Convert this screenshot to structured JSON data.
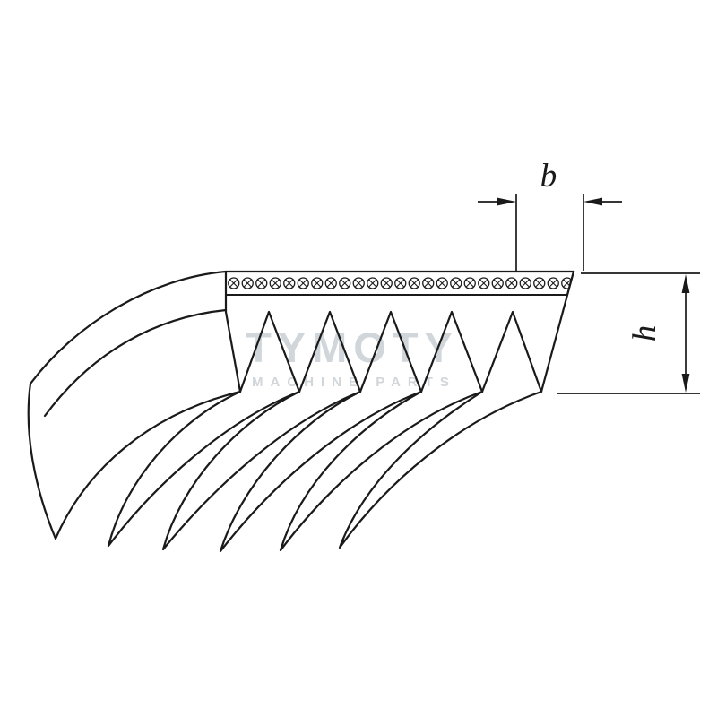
{
  "diagram": {
    "title": "ribbed-v-belt-dimension-diagram",
    "label_b": "b",
    "label_h": "h",
    "watermark_line1": "TYMOTY",
    "watermark_line2": "MACHINE PARTS",
    "stroke_color": "#1a1a1a",
    "watermark_color": "#d0d6d9",
    "background_color": "#ffffff"
  }
}
